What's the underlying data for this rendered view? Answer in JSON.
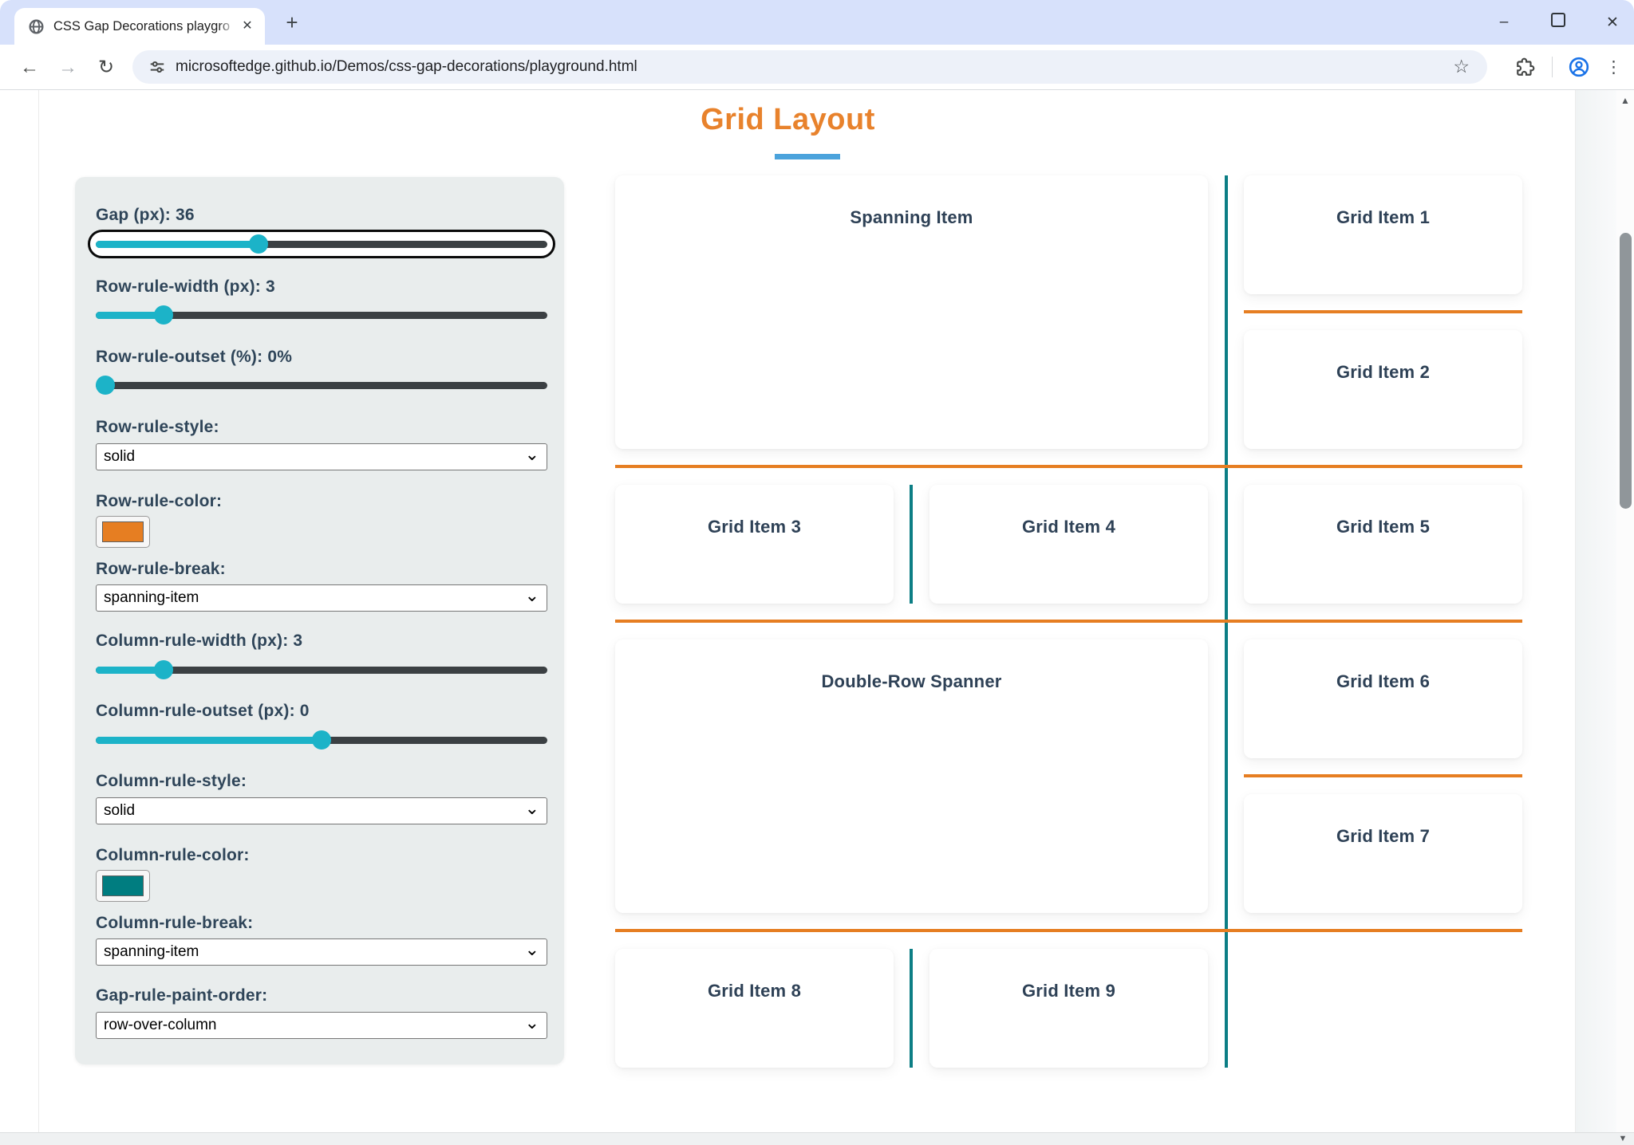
{
  "browser": {
    "tab_title": "CSS Gap Decorations playground",
    "url": "microsoftedge.github.io/Demos/css-gap-decorations/playground.html"
  },
  "icons": {
    "back": "←",
    "forward": "→",
    "reload": "↻",
    "bookmark": "☆",
    "menu": "⋮",
    "tab_close": "✕",
    "new_tab": "+",
    "minimize": "–",
    "close": "✕",
    "scroll_up": "▲",
    "scroll_down": "▼",
    "select_chevron": "⌄"
  },
  "page": {
    "title": "Grid Layout"
  },
  "colors": {
    "title_orange": "#e8822c",
    "underline_blue": "#4ba3dc",
    "row_rule": "#e67e22",
    "column_rule": "#0c7e85",
    "slider_teal": "#1cb3c8",
    "swatch_orange": "#e67e22",
    "swatch_teal": "#007d80"
  },
  "panel": {
    "gap": {
      "label": "Gap (px): 36"
    },
    "row_rule_width": {
      "label": "Row-rule-width (px): 3"
    },
    "row_rule_outset": {
      "label": "Row-rule-outset (%): 0%"
    },
    "row_rule_style": {
      "label": "Row-rule-style:",
      "value": "solid"
    },
    "row_rule_color": {
      "label": "Row-rule-color:"
    },
    "row_rule_break": {
      "label": "Row-rule-break:",
      "value": "spanning-item"
    },
    "column_rule_width": {
      "label": "Column-rule-width (px): 3"
    },
    "column_rule_outset": {
      "label": "Column-rule-outset (px): 0"
    },
    "column_rule_style": {
      "label": "Column-rule-style:",
      "value": "solid"
    },
    "column_rule_color": {
      "label": "Column-rule-color:"
    },
    "column_rule_break": {
      "label": "Column-rule-break:",
      "value": "spanning-item"
    },
    "gap_rule_paint_order": {
      "label": "Gap-rule-paint-order:",
      "value": "row-over-column"
    }
  },
  "grid": {
    "items": [
      {
        "label": "Spanning Item"
      },
      {
        "label": "Grid Item 1"
      },
      {
        "label": "Grid Item 2"
      },
      {
        "label": "Grid Item 3"
      },
      {
        "label": "Grid Item 4"
      },
      {
        "label": "Grid Item 5"
      },
      {
        "label": "Double-Row Spanner"
      },
      {
        "label": "Grid Item 6"
      },
      {
        "label": "Grid Item 7"
      },
      {
        "label": "Grid Item 8"
      },
      {
        "label": "Grid Item 9"
      }
    ]
  }
}
